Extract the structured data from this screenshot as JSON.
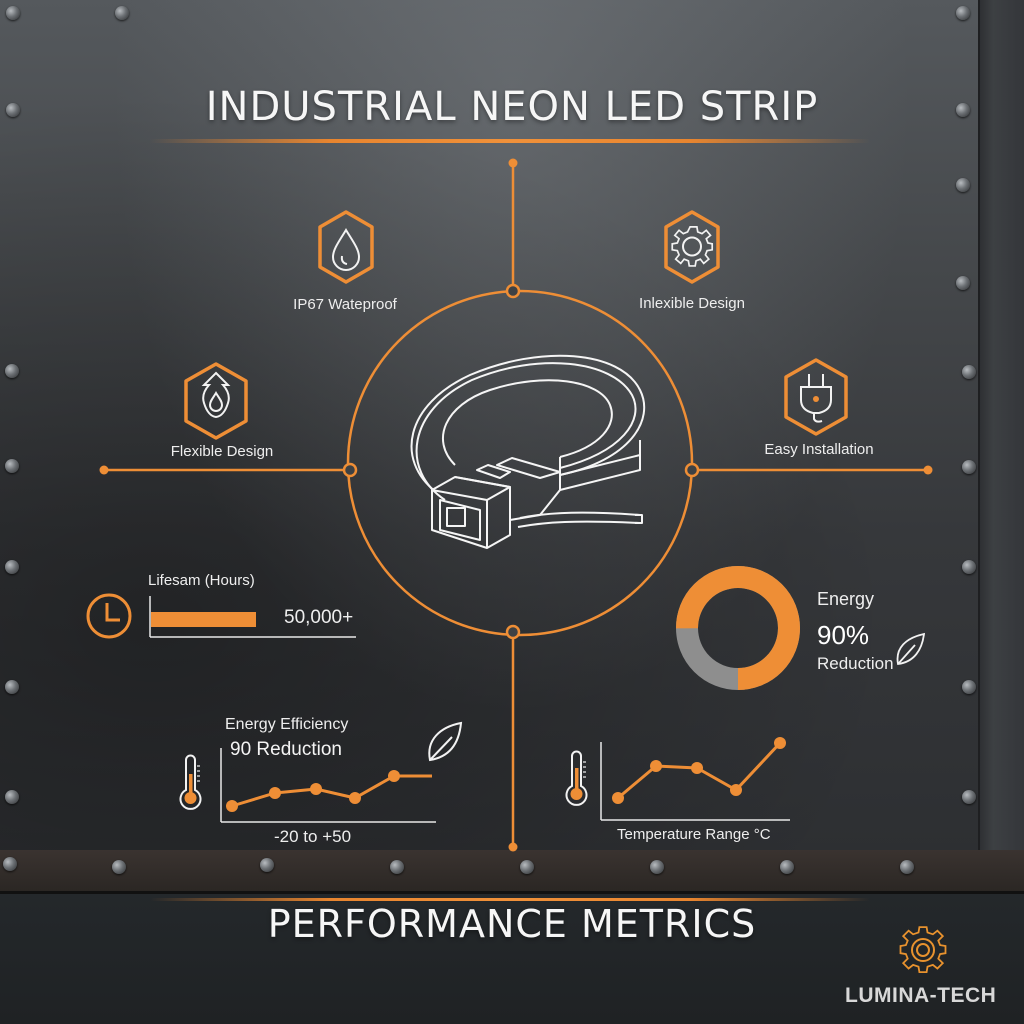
{
  "header": {
    "title": "INDUSTRIAL NEON LED STRIP"
  },
  "features": [
    {
      "id": "waterproof",
      "label": "IP67 Wateproof",
      "icon": "water-drop-icon"
    },
    {
      "id": "inlexible",
      "label": "Inlexible Design",
      "icon": "gear-icon"
    },
    {
      "id": "flexible",
      "label": "Flexible Design",
      "icon": "upload-drop-icon"
    },
    {
      "id": "installation",
      "label": "Easy Installation",
      "icon": "plug-icon"
    }
  ],
  "hero": {
    "illustration": "led-strip-coil-with-connector"
  },
  "lifespan": {
    "label": "Lifesam (Hours)",
    "value": "50,000+",
    "icon": "clock-icon"
  },
  "energy_donut": {
    "title": "Energy",
    "value": "90%",
    "caption": "Reduction",
    "icon": "leaf-icon"
  },
  "efficiency_chart": {
    "title": "Energy Efficiency",
    "subtitle": "90 Reduction",
    "xlabel": "-20 to +50",
    "icons": [
      "thermometer-icon",
      "leaf-icon"
    ]
  },
  "temperature_chart": {
    "xlabel": "Temperature Range °C",
    "icon": "thermometer-icon"
  },
  "footer": {
    "title": "PERFORMANCE METRICS",
    "brand": "LUMINA-TECH",
    "brand_icon": "gear-logo-icon"
  },
  "colors": {
    "accent": "#EE8E36",
    "text": "#F2F2F2",
    "donut_rest": "#8E8E8E",
    "background": "#3E4144"
  },
  "chart_data": [
    {
      "type": "bar",
      "title": "Lifesam (Hours)",
      "categories": [
        "Lifespan"
      ],
      "values": [
        50000
      ],
      "annotations": [
        "50,000+"
      ],
      "orientation": "horizontal"
    },
    {
      "type": "pie",
      "title": "Energy",
      "categories": [
        "Reduction",
        "Remaining"
      ],
      "values": [
        75,
        25
      ],
      "annotations": [
        "90% Reduction"
      ],
      "donut": true
    },
    {
      "type": "line",
      "title": "Energy Efficiency",
      "subtitle": "90 Reduction",
      "xlabel": "-20 to +50",
      "ylabel": "",
      "x": [
        1,
        2,
        3,
        4,
        5,
        6
      ],
      "series": [
        {
          "name": "Efficiency",
          "values": [
            2,
            4,
            4.5,
            3,
            7,
            7
          ]
        }
      ],
      "grid": false
    },
    {
      "type": "line",
      "title": "",
      "xlabel": "Temperature Range °C",
      "ylabel": "",
      "x": [
        1,
        2,
        3,
        4,
        5
      ],
      "series": [
        {
          "name": "Temperature",
          "values": [
            2,
            5,
            5,
            3,
            8
          ]
        }
      ],
      "grid": false
    }
  ]
}
